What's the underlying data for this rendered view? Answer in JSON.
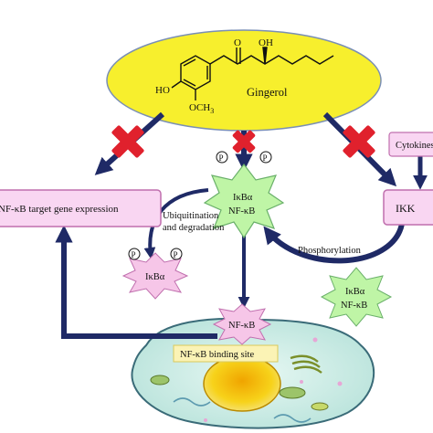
{
  "diagram": {
    "compound": {
      "name": "Gingerol",
      "ho_label": "HO",
      "o_label": "O",
      "oh_label": "OH",
      "methoxy_label": "OCH",
      "methoxy_subscript": "3"
    },
    "nodes": {
      "target_gene": "NF-κB  target gene expression",
      "ikk": "IKK",
      "cytokines": "Cytokines",
      "ikba_nfkb_center_top": "IκBα",
      "ikba_nfkb_center_bottom": "NF-κB",
      "ikba_free": "IκBα",
      "ikba_nfkb_right_top": "IκBα",
      "ikba_nfkb_right_bottom": "NF-κB",
      "nfkb_nucleus": "NF-κB",
      "binding_site": "NF-κB  binding site"
    },
    "edge_labels": {
      "ubiquitination_line1": "Ubiquitination",
      "ubiquitination_line2": "and degradation",
      "phosphorylation": "Phosphorylation"
    },
    "phospho_symbol": "P",
    "colors": {
      "arrow": "#1f2a66",
      "inhibit": "#e0212d",
      "ellipse": "#f7ef2d",
      "box_fill": "#f9d6f2",
      "box_stroke": "#c06fae",
      "star_pink": "#f6c6e8",
      "star_green": "#bff5a6",
      "cell_body": "#cfeee8",
      "nucleus": "#f2c200"
    }
  }
}
